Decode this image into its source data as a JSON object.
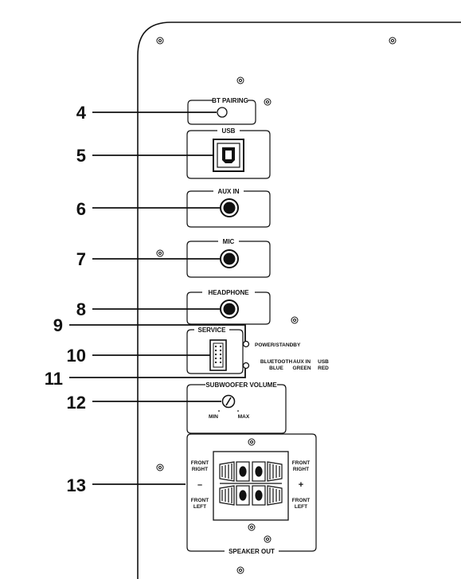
{
  "callouts": [
    "4",
    "5",
    "6",
    "7",
    "8",
    "9",
    "10",
    "11",
    "12",
    "13"
  ],
  "panels": {
    "bt_pairing": "BT PAIRING",
    "usb": "USB",
    "aux_in": "AUX IN",
    "mic": "MIC",
    "headphone": "HEADPHONE",
    "service": "SERVICE",
    "subwoofer_volume": "SUBWOOFER VOLUME",
    "speaker_out": "SPEAKER OUT"
  },
  "indicators": {
    "power_standby": "POWER/STANDBY",
    "bluetooth": [
      "BLUETOOTH",
      "BLUE"
    ],
    "aux": [
      "AUX IN",
      "GREEN"
    ],
    "usb": [
      "USB",
      "RED"
    ]
  },
  "volume": {
    "min": "MIN",
    "max": "MAX"
  },
  "speaker": {
    "left_top": [
      "FRONT",
      "RIGHT"
    ],
    "left_bottom": [
      "FRONT",
      "LEFT"
    ],
    "right_top": [
      "FRONT",
      "RIGHT"
    ],
    "right_bottom": [
      "FRONT",
      "LEFT"
    ],
    "minus": "–",
    "plus": "+"
  }
}
